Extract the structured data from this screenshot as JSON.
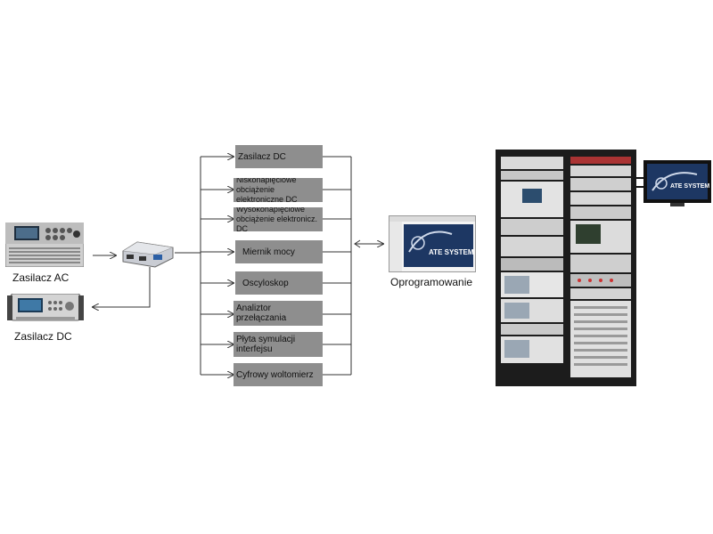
{
  "sources": {
    "ac_label": "Zasilacz AC",
    "dc_label": "Zasilacz DC"
  },
  "instruments": [
    {
      "label": "Zasilacz DC"
    },
    {
      "label": "Niskonapięciowe obciążenie elektroniczne DC"
    },
    {
      "label": "Wysokonapięciowe obciążenie elektronicz. DC"
    },
    {
      "label": "Miernik mocy"
    },
    {
      "label": "Oscyloskop"
    },
    {
      "label": "Analiztor przełączania"
    },
    {
      "label": "Płyta symulacji interfejsu"
    },
    {
      "label": "Cyfrowy woltomierz"
    }
  ],
  "software": {
    "label": "Oprogramowanie",
    "logo_text": "ATE SYSTEM"
  },
  "monitor": {
    "logo_text": "ATE SYSTEM"
  },
  "colors": {
    "box_fill": "#8e8e8e",
    "line": "#333333",
    "cabinet": "#1c1c1c"
  }
}
